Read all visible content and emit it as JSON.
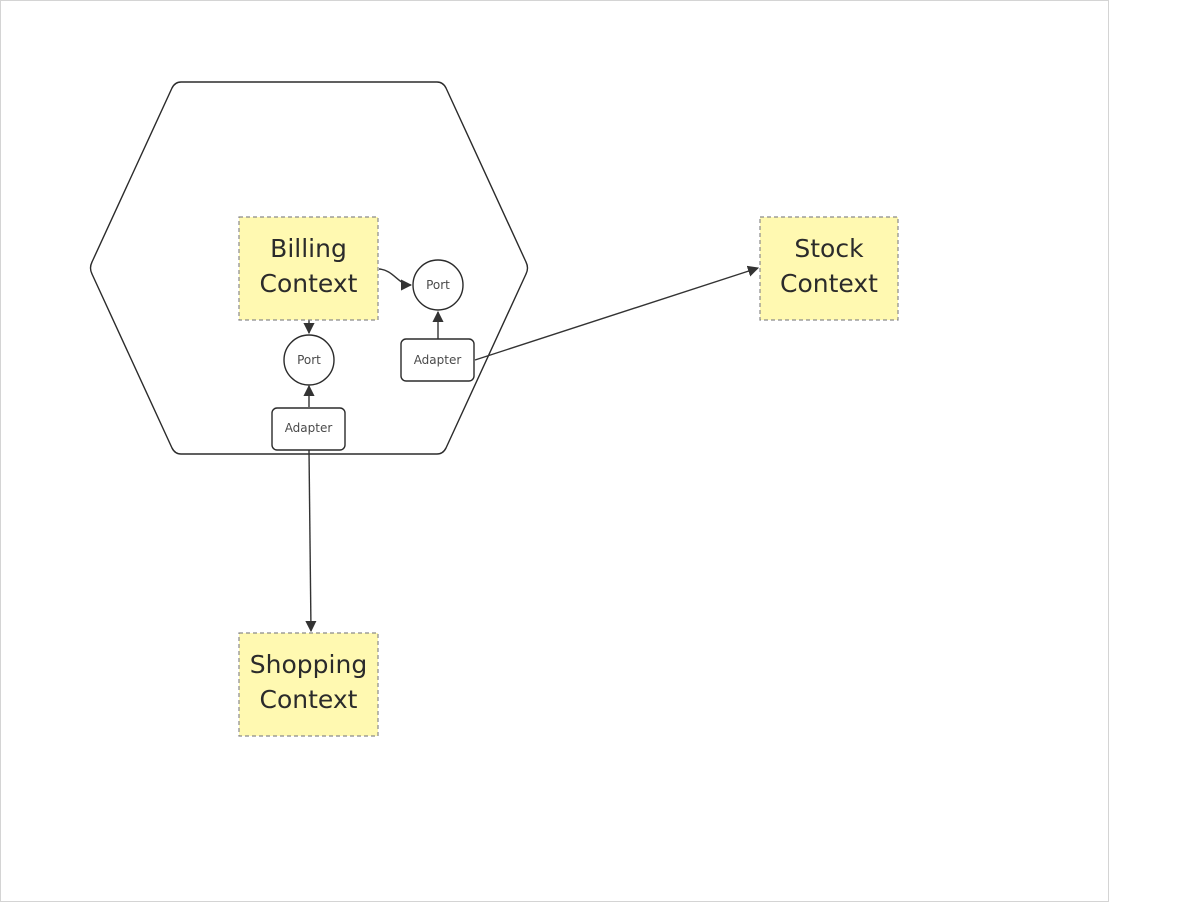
{
  "diagram": {
    "billing_context": {
      "line1": "Billing",
      "line2": "Context"
    },
    "stock_context": {
      "line1": "Stock",
      "line2": "Context"
    },
    "shopping_context": {
      "line1": "Shopping",
      "line2": "Context"
    },
    "port_left": "Port",
    "port_right": "Port",
    "adapter_left": "Adapter",
    "adapter_right": "Adapter"
  },
  "colors": {
    "sticky_fill": "#fff9b1",
    "sticky_border": "#8a8a8a",
    "line": "#333333"
  }
}
